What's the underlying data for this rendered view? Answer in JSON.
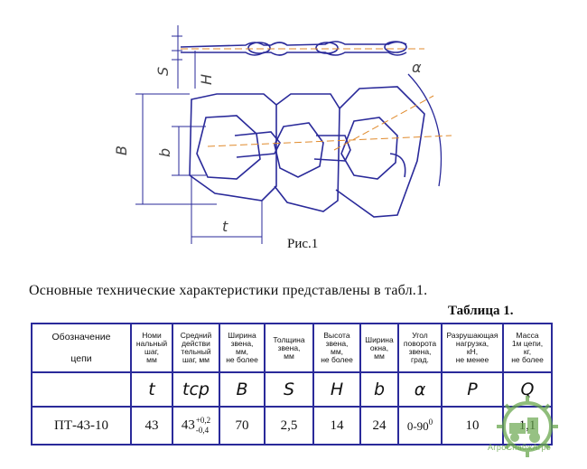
{
  "figure": {
    "caption": "Рис.1",
    "dim_labels": {
      "S": "S",
      "H": "H",
      "B": "B",
      "b": "b",
      "t": "t",
      "alpha": "α"
    }
  },
  "heading": "Основные технические характеристики представлены в табл.1.",
  "table_label": "Таблица 1.",
  "table": {
    "headers": {
      "designation_line1": "Обозначение",
      "designation_line2": "цепи",
      "pitch": [
        "Номи",
        "нальный",
        "шаг,",
        "мм"
      ],
      "avg_pitch": [
        "Средний",
        "действи",
        "тельный",
        "шаг, мм"
      ],
      "link_width": [
        "Ширина",
        "звена,",
        "мм,",
        "не более"
      ],
      "thickness": [
        "Толщина",
        "звена,",
        "мм"
      ],
      "link_height": [
        "Высота",
        "звена,",
        "мм,",
        "не более"
      ],
      "window_width": [
        "Ширина",
        "окна,",
        "мм"
      ],
      "angle": [
        "Угол",
        "поворота",
        "звена,",
        "град."
      ],
      "breaking_load": [
        "Разрушающая",
        "нагрузка,",
        "кН,",
        "не менее"
      ],
      "mass": [
        "Масса",
        "1м цепи,",
        "кг,",
        "не более"
      ]
    },
    "symbols": {
      "pitch": "t",
      "avg_pitch": "tcp",
      "link_width": "B",
      "thickness": "S",
      "link_height": "H",
      "window_width": "b",
      "angle": "α",
      "breaking_load": "P",
      "mass": "Q"
    },
    "row": {
      "designation": "ПТ-43-10",
      "pitch": "43",
      "avg_pitch": "43",
      "avg_pitch_tol_upper": "+0,2",
      "avg_pitch_tol_lower": "-0,4",
      "link_width": "70",
      "thickness": "2,5",
      "link_height": "14",
      "window_width": "24",
      "angle": "0-90",
      "angle_unit": "0",
      "breaking_load": "10",
      "mass": "1,1"
    }
  },
  "watermark": {
    "text": "АгроСнабжАгро"
  },
  "colors": {
    "line_blue": "#2a2a9a",
    "axis_orange": "#e08a2c",
    "logo_green": "#6aa84f"
  }
}
